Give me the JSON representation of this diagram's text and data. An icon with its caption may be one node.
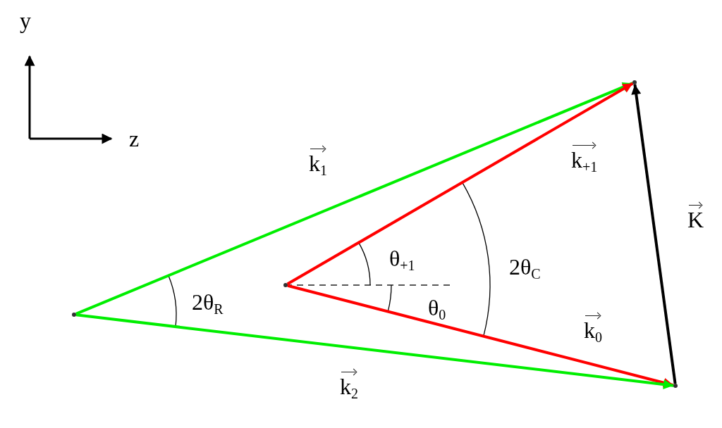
{
  "diagram": {
    "nodes": [
      {
        "text": [],
        "shape": "point"
      },
      {
        "text": [],
        "shape": "point"
      },
      {
        "text": [],
        "shape": "point"
      },
      {
        "text": [],
        "shape": "point"
      }
    ],
    "edges": [
      {
        "from": 0,
        "to": 2,
        "arrow": "to",
        "label": "k$_{1}$",
        "color": "#00ee00"
      },
      {
        "from": 1,
        "to": 2,
        "arrow": "to",
        "label": "k$_{+1}$",
        "color": "#ff0000"
      },
      {
        "from": 3,
        "to": 2,
        "arrow": "to",
        "label": "K",
        "color": "#000000"
      },
      {
        "from": 1,
        "to": 3,
        "arrow": "to",
        "label": "k$_{0}$",
        "color": "#ff0000"
      },
      {
        "from": 0,
        "to": 3,
        "arrow": "to",
        "label": "k$_{2}$",
        "color": "#00ee00"
      }
    ],
    "labels": [
      "y",
      "z",
      "2θ$_{R}$",
      "θ$_{+1}$",
      "2θ$_{C}$",
      "θ$_{0}$"
    ]
  }
}
